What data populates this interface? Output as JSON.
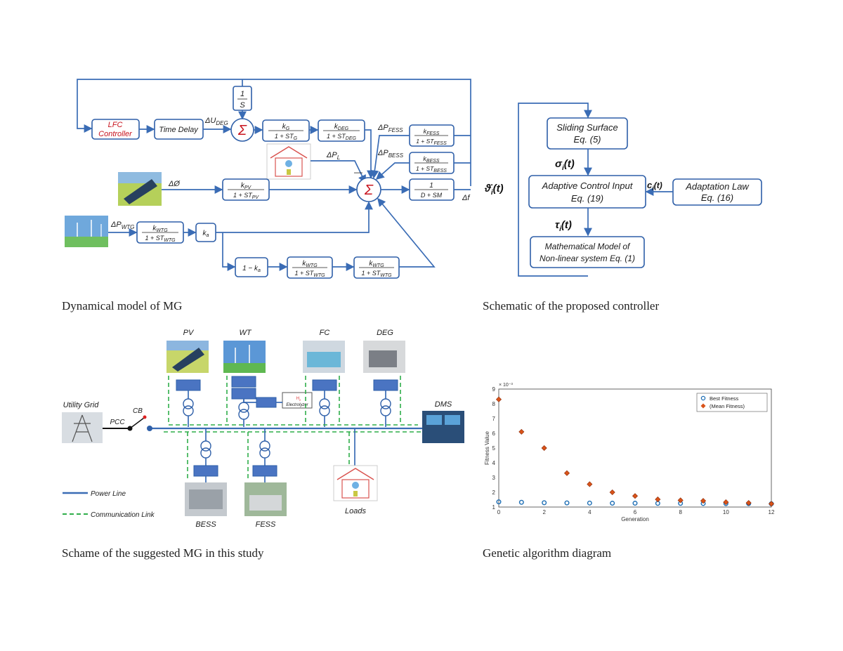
{
  "captions": {
    "dyn": "Dynamical model of MG",
    "sch": "Schematic of the proposed controller",
    "mg": "Schame of the suggested MG in this study",
    "ga": "Genetic algorithm diagram"
  },
  "dyn_model": {
    "lfc1": "LFC",
    "lfc2": "Controller",
    "delay": "Time Delay",
    "du_deg": "ΔU",
    "du_deg_sub": "DEG",
    "sigma": "Σ",
    "inv_s_num": "1",
    "inv_s_den": "S",
    "kg_num": "k",
    "kg_num_sub": "G",
    "kg_den": "1 + ST",
    "kg_den_sub": "G",
    "kdeg_num": "k",
    "kdeg_num_sub": "DEG",
    "kdeg_den": "1 + ST",
    "kdeg_den_sub": "DEG",
    "dp_fess": "ΔP",
    "dp_fess_sub": "FESS",
    "kfess_num": "k",
    "kfess_num_sub": "FESS",
    "kfess_den": "1 + ST",
    "kfess_den_sub": "FESS",
    "dp_bess": "ΔP",
    "dp_bess_sub": "BESS",
    "kbess_num": "k",
    "kbess_num_sub": "BESS",
    "kbess_den": "1 + ST",
    "kbess_den_sub": "BESS",
    "dp_l": "ΔP",
    "dp_l_sub": "L",
    "minus": "—",
    "dphi": "ΔØ",
    "kpv_num": "k",
    "kpv_num_sub": "PV",
    "kpv_den": "1 + ST",
    "kpv_den_sub": "PV",
    "dsm_num": "1",
    "dsm_den": "D + SM",
    "df": "Δf",
    "dp_wtg": "ΔP",
    "dp_wtg_sub": "WTG",
    "kwtg_num": "k",
    "kwtg_num_sub": "WTG",
    "kwtg_den": "1 + ST",
    "kwtg_den_sub": "WTG",
    "ka": "k",
    "ka_sub": "a",
    "one_minus_ka": "1 − k",
    "one_minus_ka_sub": "a"
  },
  "controller": {
    "sliding1": "Sliding Surface",
    "sliding2": "Eq. (5)",
    "adaptive1": "Adaptive Control  Input",
    "adaptive2": "Eq. (19)",
    "law1": "Adaptation Law",
    "law2": "Eq. (16)",
    "model1": "Mathematical Model of",
    "model2": "Non-linear system Eq. (1)",
    "theta": "ϑ̇",
    "theta_sub": "i",
    "theta_arg": "(t)",
    "sigma": "σ",
    "sigma_sub": "i",
    "sigma_arg": "(t)",
    "c": "c",
    "c_sub": "i",
    "c_arg": "(t)",
    "tau": "τ",
    "tau_sub": "i",
    "tau_arg": "(t)"
  },
  "mg_scheme": {
    "pv": "PV",
    "wt": "WT",
    "fc": "FC",
    "deg": "DEG",
    "utility": "Utility Grid",
    "cb": "CB",
    "pcc": "PCC",
    "dms": "DMS",
    "electrolyzer": "Electrolyzer",
    "h2": "H",
    "h2_sub": "2",
    "bess": "BESS",
    "fess": "FESS",
    "loads": "Loads",
    "legend_power": "Power Line",
    "legend_comm": "Communication Link"
  },
  "chart_data": {
    "type": "scatter",
    "title": "",
    "xlabel": "Generation",
    "ylabel": "Fitness Value",
    "exponent_label": "× 10⁻³",
    "xlim": [
      0,
      12
    ],
    "ylim": [
      1,
      9
    ],
    "xticks": [
      "0",
      "2",
      "4",
      "6",
      "8",
      "10",
      "12"
    ],
    "yticks": [
      "1",
      "2",
      "3",
      "4",
      "5",
      "6",
      "7",
      "8",
      "9"
    ],
    "grid": true,
    "legend_position": "top-right",
    "series": [
      {
        "name": "Best Fitness",
        "marker": "circle",
        "color": "#1f6fb5",
        "x": [
          0,
          1,
          2,
          3,
          4,
          5,
          6,
          7,
          8,
          9,
          10,
          11,
          12
        ],
        "y": [
          1.35,
          1.32,
          1.29,
          1.28,
          1.27,
          1.26,
          1.26,
          1.25,
          1.25,
          1.24,
          1.23,
          1.23,
          1.22
        ]
      },
      {
        "name": "(Mean Fitness)",
        "marker": "diamond",
        "color": "#d95319",
        "x": [
          0,
          1,
          2,
          3,
          4,
          5,
          6,
          7,
          8,
          9,
          10,
          11,
          12
        ],
        "y": [
          8.3,
          6.1,
          5.0,
          3.3,
          2.55,
          2.0,
          1.75,
          1.52,
          1.46,
          1.42,
          1.33,
          1.28,
          1.22
        ]
      }
    ]
  }
}
